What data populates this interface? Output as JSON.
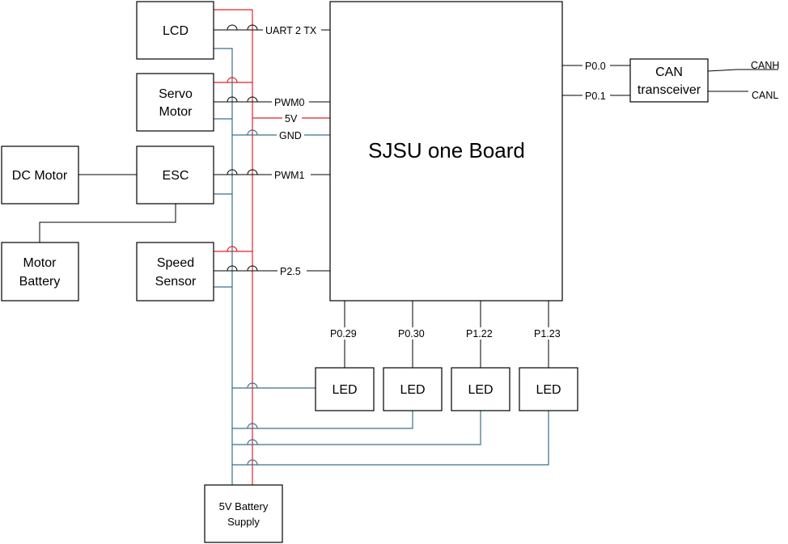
{
  "board": {
    "label": "SJSU one Board"
  },
  "components": {
    "lcd": "LCD",
    "servo": [
      "Servo",
      "Motor"
    ],
    "esc": "ESC",
    "dc_motor": "DC Motor",
    "motor_battery": [
      "Motor",
      "Battery"
    ],
    "speed_sensor": [
      "Speed",
      "Sensor"
    ],
    "can": [
      "CAN",
      "transceiver"
    ],
    "battery_supply": [
      "5V Battery",
      "Supply"
    ],
    "leds": [
      "LED",
      "LED",
      "LED",
      "LED"
    ]
  },
  "signals": {
    "uart": "UART 2 TX",
    "pwm0": "PWM0",
    "v5": "5V",
    "gnd": "GND",
    "pwm1": "PWM1",
    "p25": "P2.5",
    "p00": "P0.0",
    "p01": "P0.1",
    "canh": "CANH",
    "canl": "CANL",
    "led_pins": [
      "P0.29",
      "P0.30",
      "P1.22",
      "P1.23"
    ]
  },
  "colors": {
    "power": "#e2222a",
    "ground": "#3d6f86",
    "signal": "#000000"
  }
}
